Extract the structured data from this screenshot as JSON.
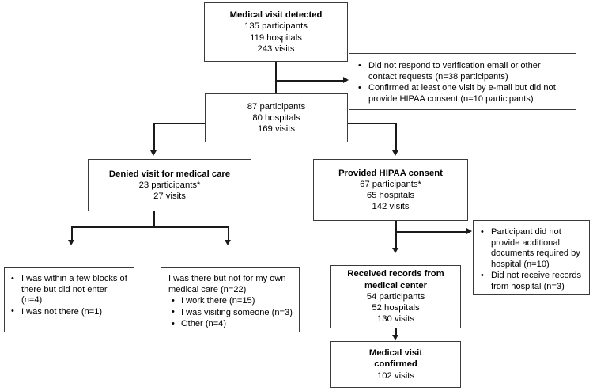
{
  "figure": {
    "type": "flowchart",
    "title": "Medical visit verification participant flow"
  },
  "nodes": {
    "detected": {
      "title": "Medical visit detected",
      "l1": "135 participants",
      "l2": "119 hospitals",
      "l3": "243 visits"
    },
    "excluded_top": {
      "b1": "Did not respond to verification email or other contact requests (n=38 participants)",
      "b2": "Confirmed at least one visit by e-mail but did not provide HIPAA consent (n=10 participants)"
    },
    "eligible": {
      "l1": "87 participants",
      "l2": "80 hospitals",
      "l3": "169 visits"
    },
    "denied": {
      "title": "Denied visit for medical care",
      "l1": "23 participants*",
      "l2": "27 visits"
    },
    "consent": {
      "title": "Provided HIPAA consent",
      "l1": "67 participants*",
      "l2": "65 hospitals",
      "l3": "142 visits"
    },
    "reasons_left": {
      "b1": "I was within a few blocks of there but did not enter (n=4)",
      "b2": "I was not there (n=1)"
    },
    "reasons_right": {
      "lead": "I was there but not for my own medical care (n=22)",
      "s1": "I work there (n=15)",
      "s2": "I was visiting someone (n=3)",
      "s3": "Other (n=4)"
    },
    "records": {
      "title1": "Received records from",
      "title2": "medical center",
      "l1": "54 participants",
      "l2": "52 hospitals",
      "l3": "130 visits"
    },
    "excluded_records": {
      "b1": "Participant did not provide additional documents required by hospital (n=10)",
      "b2": "Did not receive records from hospital (n=3)"
    },
    "confirmed": {
      "title1": "Medical visit",
      "title2": "confirmed",
      "l1": "102 visits"
    }
  },
  "colors": {
    "box_border": "#3a3a3a",
    "connector": "#1a1a1a",
    "background": "#ffffff",
    "text": "#000000"
  }
}
